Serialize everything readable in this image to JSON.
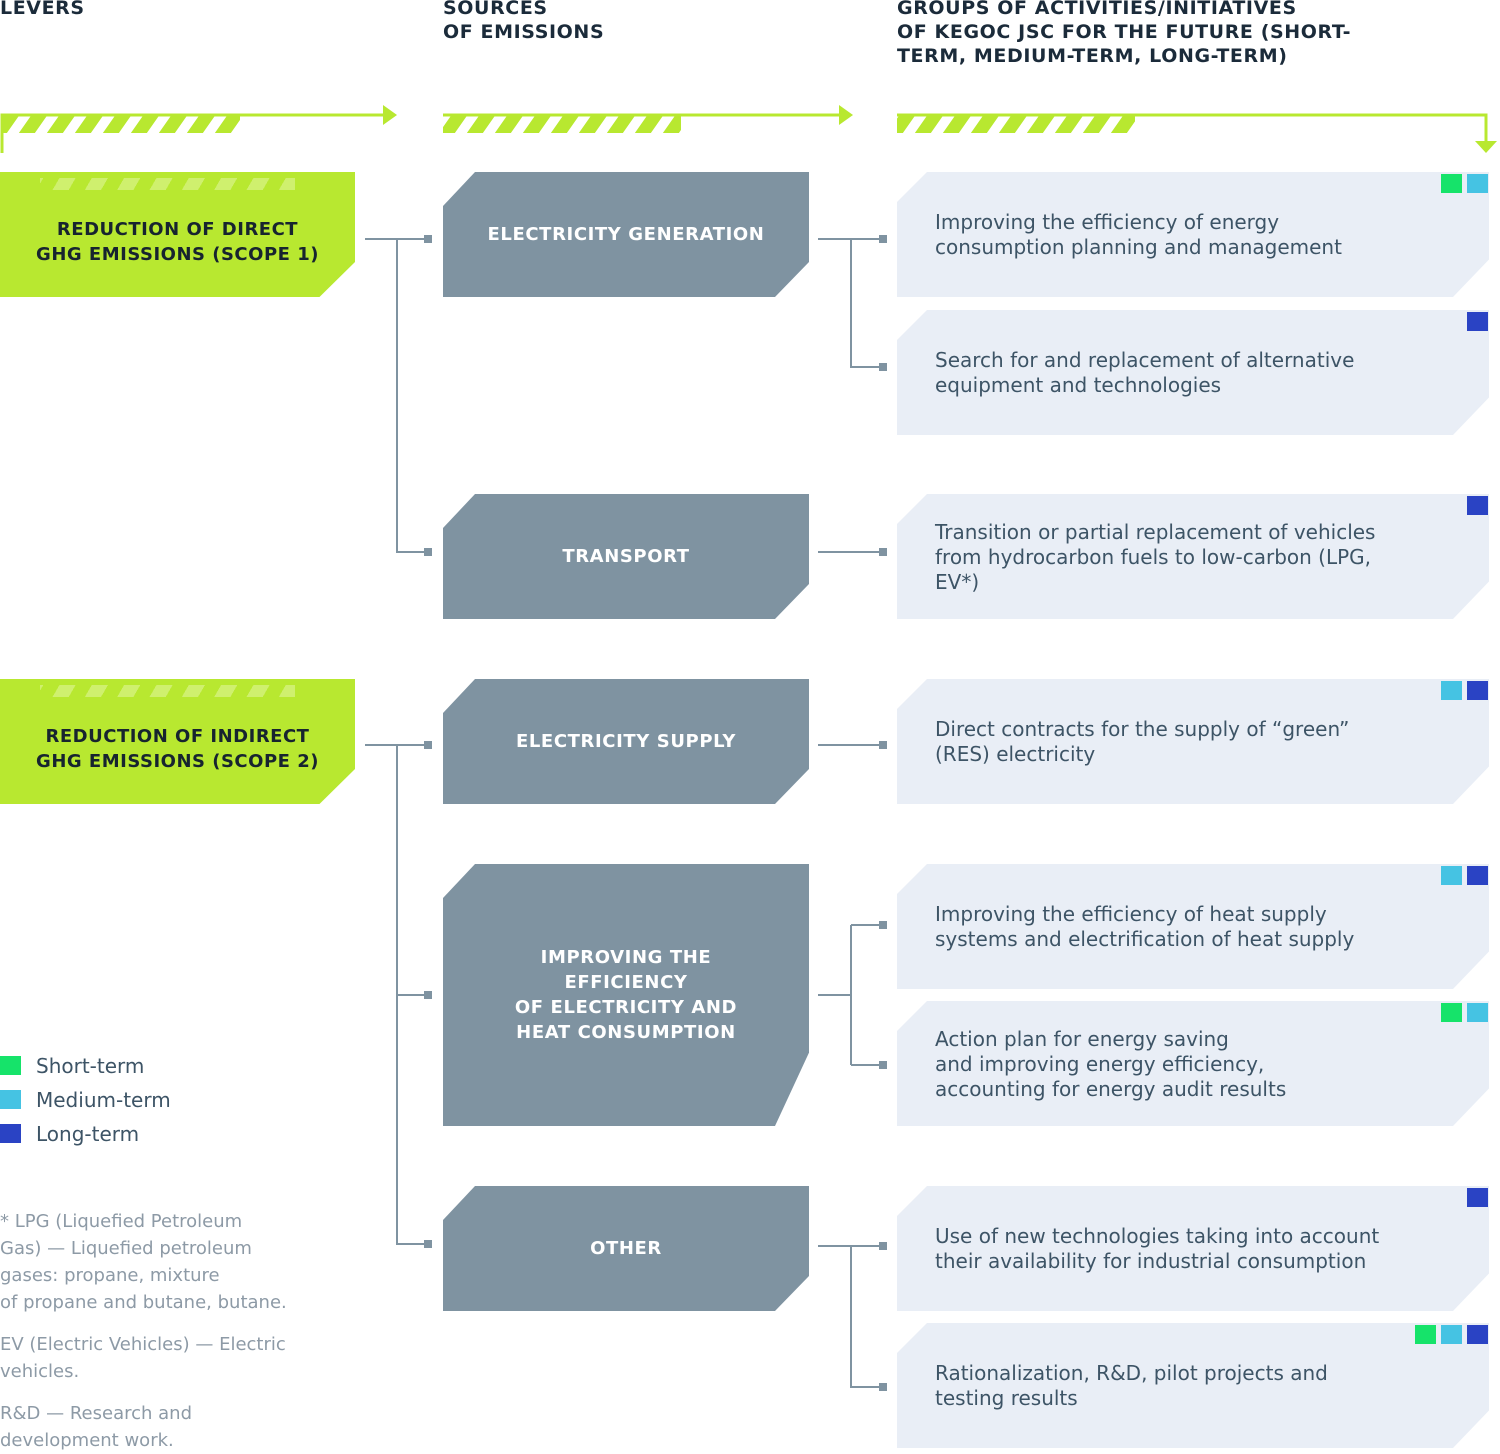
{
  "headers": {
    "levers": "LEVERS",
    "sources": "SOURCES\nOF EMISSIONS",
    "activities": "GROUPS OF ACTIVITIES/INITIATIVES\nOF KEGOC JSC FOR THE FUTURE (SHORT-\nTERM, MEDIUM-TERM, LONG-TERM)"
  },
  "colors": {
    "lever": "#b8e830",
    "source": "#7f93a1",
    "activity": "#e9eef6",
    "connector": "#7f93a1",
    "short_term": "#16e36a",
    "medium_term": "#45c3e3",
    "long_term": "#2a43c4"
  },
  "levers": [
    {
      "label": "REDUCTION OF DIRECT\nGHG EMISSIONS (SCOPE 1)"
    },
    {
      "label": "REDUCTION OF INDIRECT\nGHG EMISSIONS (SCOPE 2)"
    }
  ],
  "sources": [
    {
      "label": "ELECTRICITY GENERATION"
    },
    {
      "label": "TRANSPORT"
    },
    {
      "label": "ELECTRICITY SUPPLY"
    },
    {
      "label": "IMPROVING THE\nEFFICIENCY\nOF ELECTRICITY AND\nHEAT CONSUMPTION"
    },
    {
      "label": "OTHER"
    }
  ],
  "activities": [
    {
      "text": "Improving the efficiency of energy\nconsumption planning and management",
      "terms": [
        "short",
        "medium"
      ]
    },
    {
      "text": "Search for and replacement of alternative\nequipment and technologies",
      "terms": [
        "long"
      ]
    },
    {
      "text": "Transition or partial replacement of vehicles\nfrom hydrocarbon fuels to low-carbon (LPG,\nEV*)",
      "terms": [
        "long"
      ]
    },
    {
      "text": "Direct contracts for the supply of “green”\n(RES) electricity",
      "terms": [
        "medium",
        "long"
      ]
    },
    {
      "text": "Improving the efficiency of heat supply\nsystems and electrification of heat supply",
      "terms": [
        "medium",
        "long"
      ]
    },
    {
      "text": "Action plan for energy saving\nand improving energy efficiency,\naccounting for energy audit results",
      "terms": [
        "short",
        "medium"
      ]
    },
    {
      "text": "Use of new technologies taking into account\ntheir availability for industrial consumption",
      "terms": [
        "long"
      ]
    },
    {
      "text": "Rationalization, R&D, pilot projects and\ntesting results",
      "terms": [
        "short",
        "medium",
        "long"
      ]
    }
  ],
  "legend": {
    "short": "Short-term",
    "medium": "Medium-term",
    "long": "Long-term"
  },
  "notes": [
    "* LPG (Liquefied Petroleum\nGas) — Liquefied petroleum\ngases: propane, mixture\nof propane and butane, butane.",
    "EV (Electric Vehicles) — Electric\nvehicles.",
    "R&D — Research and\ndevelopment work."
  ]
}
